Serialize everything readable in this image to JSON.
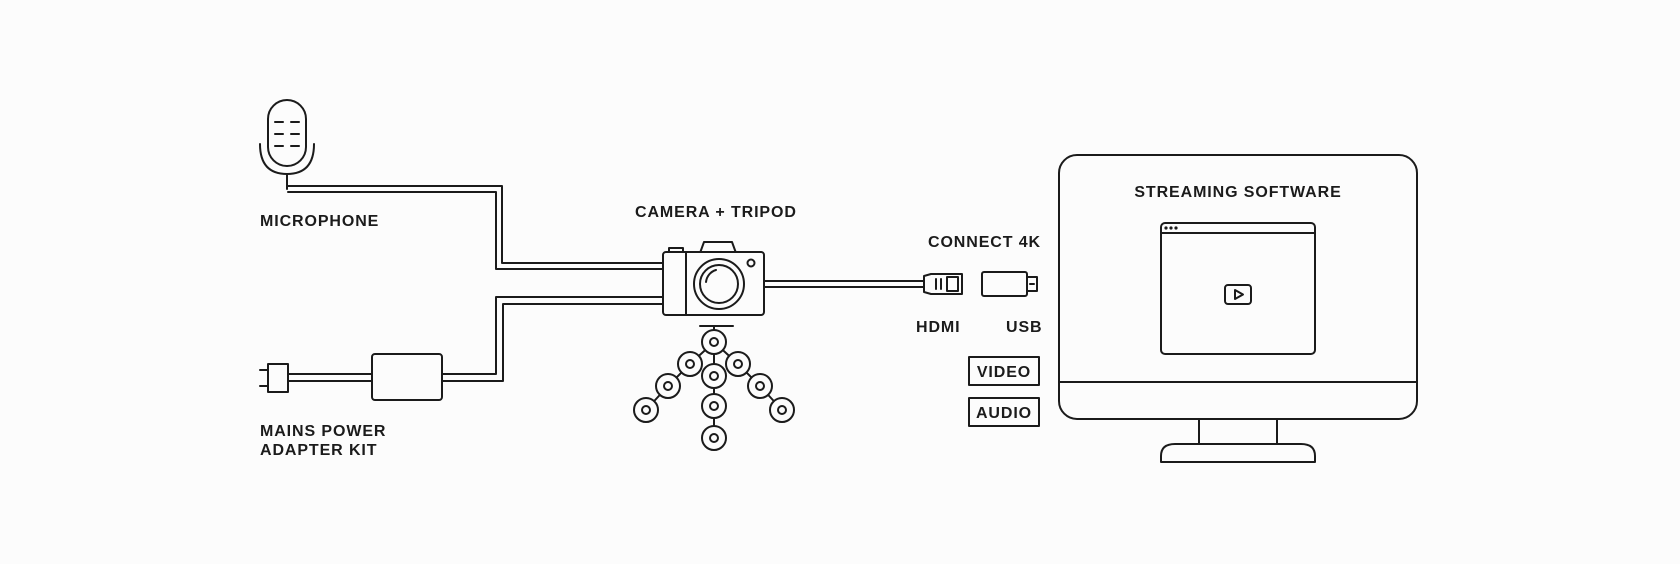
{
  "labels": {
    "microphone": "MICROPHONE",
    "mains_line1": "MAINS POWER",
    "mains_line2": "ADAPTER KIT",
    "camera_tripod": "CAMERA + TRIPOD",
    "connect_4k": "CONNECT 4K",
    "hdmi": "HDMI",
    "usb": "USB",
    "video": "VIDEO",
    "audio": "AUDIO",
    "streaming_software": "STREAMING SOFTWARE"
  },
  "colors": {
    "line": "#1b1b1b",
    "background": "#fcfcfc"
  },
  "icons": {
    "microphone": "microphone-icon",
    "power_plug": "power-plug-icon",
    "power_adapter": "power-adapter-icon",
    "camera": "camera-icon",
    "tripod": "tripod-icon",
    "hdmi_plug": "hdmi-plug-icon",
    "usb_dongle": "usb-dongle-icon",
    "monitor": "monitor-icon",
    "play": "play-icon"
  }
}
